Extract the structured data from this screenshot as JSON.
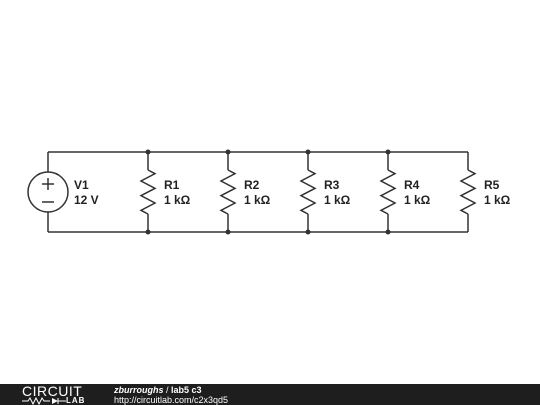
{
  "components": {
    "source": {
      "name": "V1",
      "value": "12 V"
    },
    "resistors": [
      {
        "name": "R1",
        "value": "1 kΩ"
      },
      {
        "name": "R2",
        "value": "1 kΩ"
      },
      {
        "name": "R3",
        "value": "1 kΩ"
      },
      {
        "name": "R4",
        "value": "1 kΩ"
      },
      {
        "name": "R5",
        "value": "1 kΩ"
      }
    ]
  },
  "footer": {
    "logo_top": "CIRCUIT",
    "logo_bottom": "LAB",
    "author": "zburroughs",
    "separator": " / ",
    "title": "lab5 c3",
    "url": "http://circuitlab.com/c2x3qd5"
  },
  "colors": {
    "wire": "#333333",
    "footer_bg": "#1e1e1e"
  }
}
